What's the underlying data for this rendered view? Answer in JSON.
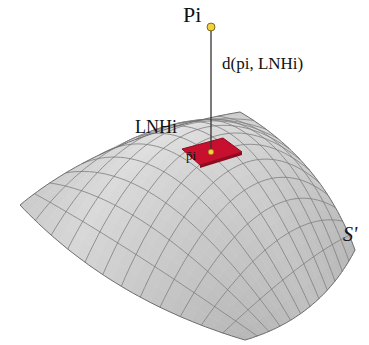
{
  "diagram": {
    "labels": [
      "Pi",
      "d(pi, LNHi)",
      "LNHi",
      "p̄i",
      "S'"
    ]
  }
}
